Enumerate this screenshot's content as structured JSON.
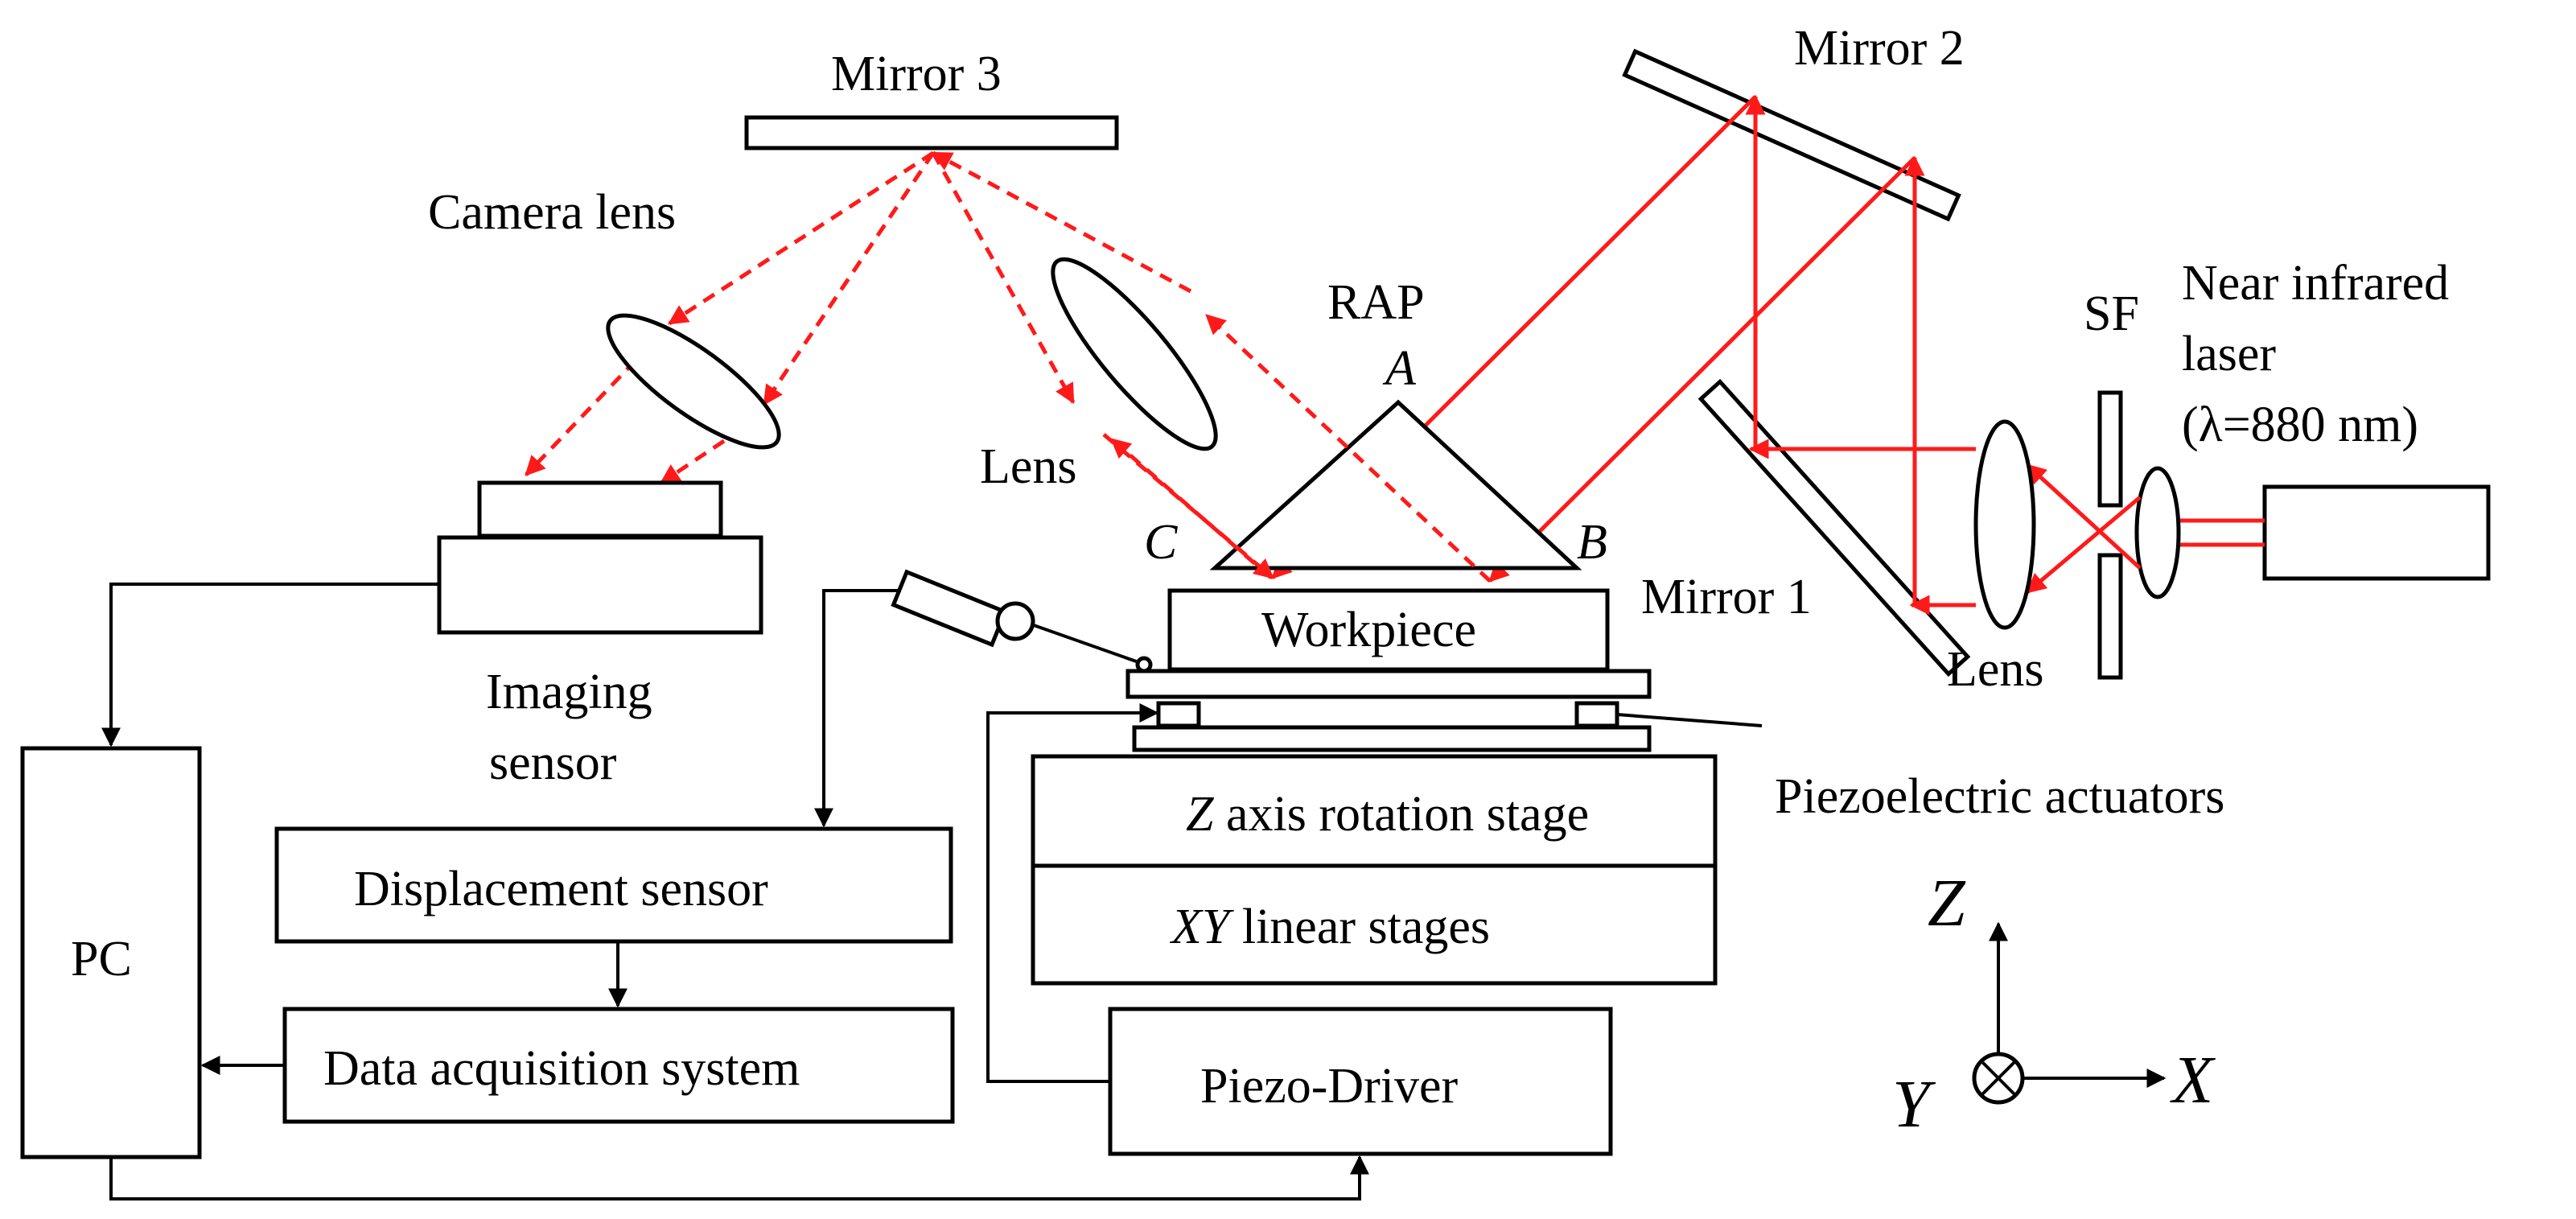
{
  "labels": {
    "mirror3": "Mirror 3",
    "mirror2": "Mirror 2",
    "mirror1": "Mirror 1",
    "camera_lens": "Camera lens",
    "lens_left": "Lens",
    "lens_right": "Lens",
    "rap": "RAP",
    "point_a": "A",
    "point_b": "B",
    "point_c": "C",
    "sf": "SF",
    "laser_line1": "Near infrared",
    "laser_line2": "laser",
    "laser_line3": "(λ=880 nm)",
    "imaging_line1": "Imaging",
    "imaging_line2": "sensor",
    "workpiece": "Workpiece",
    "piezo_actuators": "Piezoelectric actuators",
    "z_stage_italic": "Z",
    "z_stage_rest": " axis rotation stage",
    "xy_stage_italic": "XY",
    "xy_stage_rest": " linear stages",
    "displacement_sensor": "Displacement sensor",
    "daq": "Data acquisition system",
    "piezo_driver": "Piezo-Driver",
    "pc": "PC"
  },
  "axes": {
    "z": "Z",
    "x": "X",
    "y": "Y"
  },
  "colors": {
    "beam": "#ff1a1a",
    "line": "#000000"
  },
  "icons": {
    "lens": "ellipse-lens",
    "mirror": "flat-mirror",
    "prism": "right-angle-prism",
    "probe": "displacement-probe",
    "y_axis": "circle-cross-into-page"
  }
}
